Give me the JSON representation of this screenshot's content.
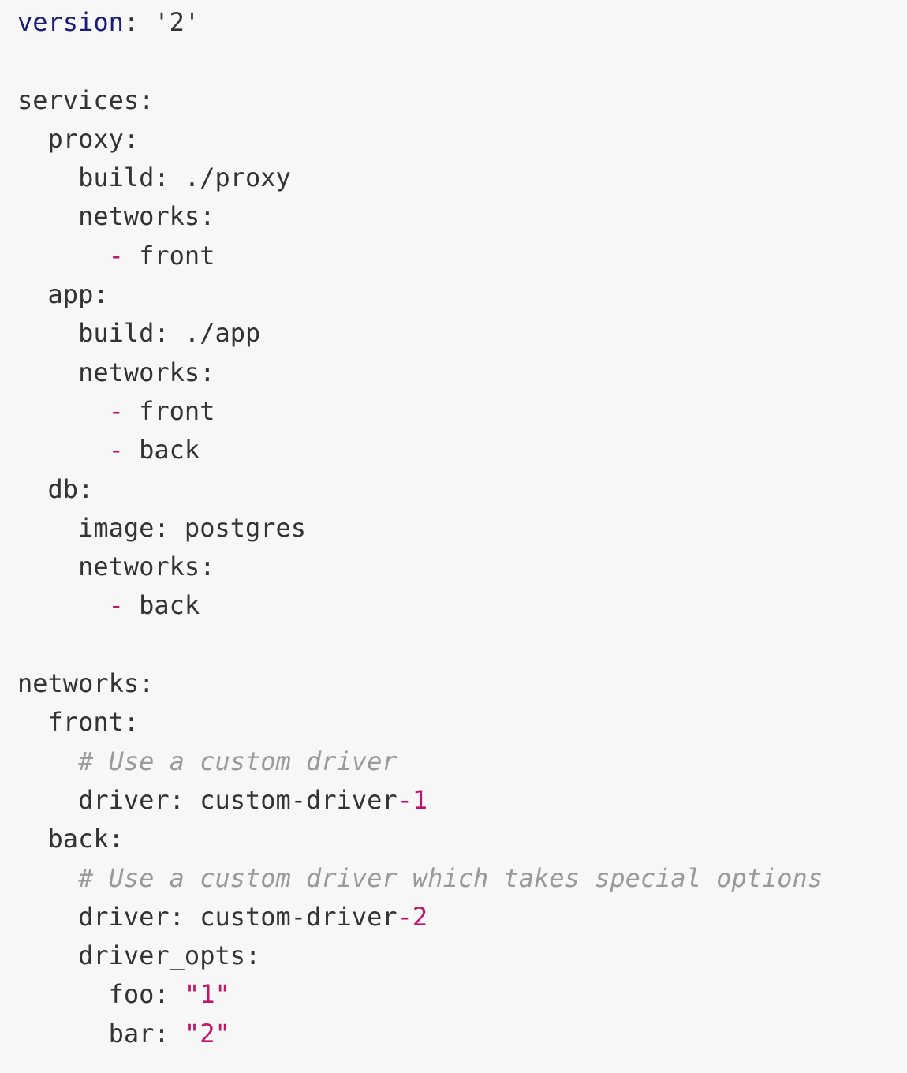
{
  "colors": {
    "background": "#f7f7f7",
    "text": "#333333",
    "keyword": "#1c1c7a",
    "comment": "#9a9a9a",
    "number": "#c0136a",
    "string": "#c0136a"
  },
  "code_lines": [
    {
      "indent": 0,
      "tokens": [
        {
          "text": "version",
          "type": "keyword"
        },
        {
          "text": ": '2'",
          "type": "plain"
        }
      ]
    },
    {
      "indent": 0,
      "tokens": []
    },
    {
      "indent": 0,
      "tokens": [
        {
          "text": "services:",
          "type": "plain"
        }
      ]
    },
    {
      "indent": 2,
      "tokens": [
        {
          "text": "proxy:",
          "type": "plain"
        }
      ]
    },
    {
      "indent": 4,
      "tokens": [
        {
          "text": "build: ./proxy",
          "type": "plain"
        }
      ]
    },
    {
      "indent": 4,
      "tokens": [
        {
          "text": "networks:",
          "type": "plain"
        }
      ]
    },
    {
      "indent": 6,
      "tokens": [
        {
          "text": "-",
          "type": "number"
        },
        {
          "text": " front",
          "type": "plain"
        }
      ]
    },
    {
      "indent": 2,
      "tokens": [
        {
          "text": "app:",
          "type": "plain"
        }
      ]
    },
    {
      "indent": 4,
      "tokens": [
        {
          "text": "build: ./app",
          "type": "plain"
        }
      ]
    },
    {
      "indent": 4,
      "tokens": [
        {
          "text": "networks:",
          "type": "plain"
        }
      ]
    },
    {
      "indent": 6,
      "tokens": [
        {
          "text": "-",
          "type": "number"
        },
        {
          "text": " front",
          "type": "plain"
        }
      ]
    },
    {
      "indent": 6,
      "tokens": [
        {
          "text": "-",
          "type": "number"
        },
        {
          "text": " back",
          "type": "plain"
        }
      ]
    },
    {
      "indent": 2,
      "tokens": [
        {
          "text": "db:",
          "type": "plain"
        }
      ]
    },
    {
      "indent": 4,
      "tokens": [
        {
          "text": "image: postgres",
          "type": "plain"
        }
      ]
    },
    {
      "indent": 4,
      "tokens": [
        {
          "text": "networks:",
          "type": "plain"
        }
      ]
    },
    {
      "indent": 6,
      "tokens": [
        {
          "text": "-",
          "type": "number"
        },
        {
          "text": " back",
          "type": "plain"
        }
      ]
    },
    {
      "indent": 0,
      "tokens": []
    },
    {
      "indent": 0,
      "tokens": [
        {
          "text": "networks:",
          "type": "plain"
        }
      ]
    },
    {
      "indent": 2,
      "tokens": [
        {
          "text": "front:",
          "type": "plain"
        }
      ]
    },
    {
      "indent": 4,
      "tokens": [
        {
          "text": "# Use a custom driver",
          "type": "comment"
        }
      ]
    },
    {
      "indent": 4,
      "tokens": [
        {
          "text": "driver: custom-driver",
          "type": "plain"
        },
        {
          "text": "-1",
          "type": "number"
        }
      ]
    },
    {
      "indent": 2,
      "tokens": [
        {
          "text": "back:",
          "type": "plain"
        }
      ]
    },
    {
      "indent": 4,
      "tokens": [
        {
          "text": "# Use a custom driver which takes special options",
          "type": "comment"
        }
      ]
    },
    {
      "indent": 4,
      "tokens": [
        {
          "text": "driver: custom-driver",
          "type": "plain"
        },
        {
          "text": "-2",
          "type": "number"
        }
      ]
    },
    {
      "indent": 4,
      "tokens": [
        {
          "text": "driver_opts:",
          "type": "plain"
        }
      ]
    },
    {
      "indent": 6,
      "tokens": [
        {
          "text": "foo: ",
          "type": "plain"
        },
        {
          "text": "\"1\"",
          "type": "string"
        }
      ]
    },
    {
      "indent": 6,
      "tokens": [
        {
          "text": "bar: ",
          "type": "plain"
        },
        {
          "text": "\"2\"",
          "type": "string"
        }
      ]
    }
  ]
}
